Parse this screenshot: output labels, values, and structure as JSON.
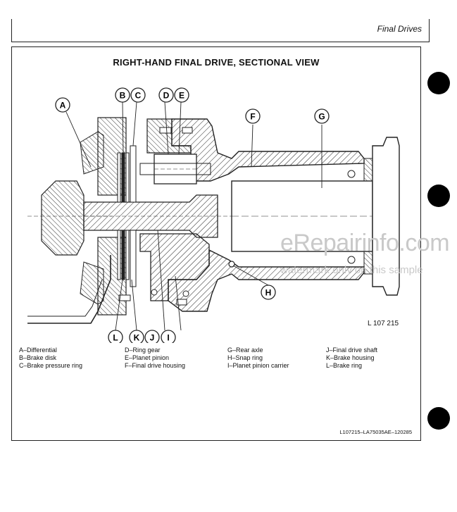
{
  "header": {
    "title": "Final Drives"
  },
  "figure": {
    "title": "RIGHT-HAND FINAL DRIVE, SECTIONAL VIEW",
    "code": "L 107 215",
    "callouts": {
      "A": "A",
      "B": "B",
      "C": "C",
      "D": "D",
      "E": "E",
      "F": "F",
      "G": "G",
      "H": "H",
      "I": "I",
      "J": "J",
      "K": "K",
      "L": "L"
    }
  },
  "legend": {
    "col1": [
      "A–Differential",
      "B–Brake disk",
      "C–Brake pressure ring"
    ],
    "col2": [
      "D–Ring gear",
      "E–Planet pinion",
      "F–Final drive housing"
    ],
    "col3": [
      "G–Rear axle",
      "H–Snap ring",
      "I–Planet pinion carrier"
    ],
    "col4": [
      "J–Final drive shaft",
      "K–Brake housing",
      "L–Brake ring"
    ]
  },
  "footer": {
    "code": "L107215–LA75035AE–120285"
  },
  "watermark": {
    "main": "eRepairinfo.com",
    "sub": "watermark only on this sample"
  }
}
